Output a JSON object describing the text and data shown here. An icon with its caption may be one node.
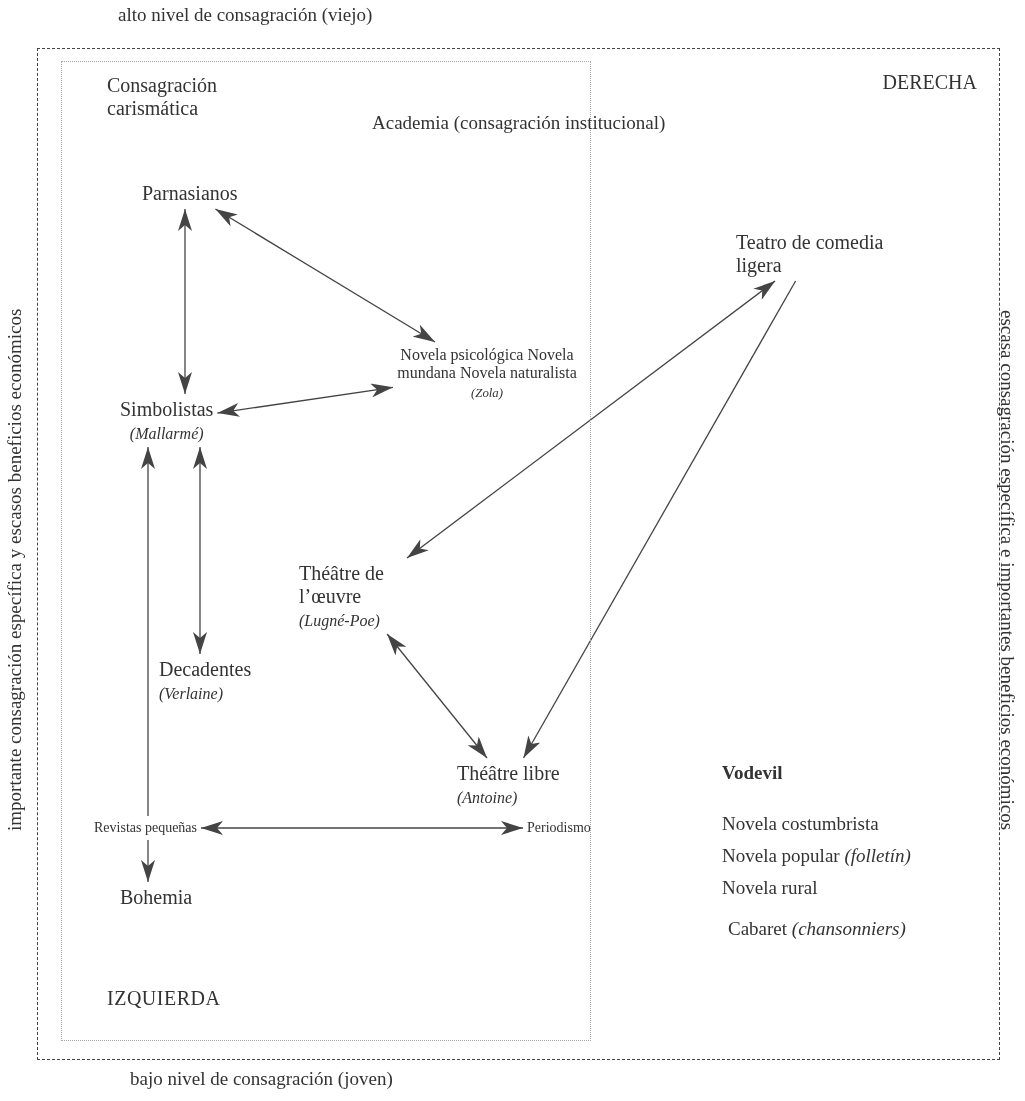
{
  "diagram": {
    "nodes": [
      {
        "text": [
          "DERECHA"
        ]
      },
      {
        "text": [
          "Consagración carismática",
          "IZQUIERDA"
        ],
        "in": 0
      },
      {
        "text": [
          "Parnasianos"
        ],
        "in": 1
      },
      {
        "text": [
          "Simbolistas",
          "(Mallarmé)"
        ],
        "in": 1
      },
      {
        "text": [
          "Novela psicológica Novela mundana Novela naturalista",
          "(Zola)"
        ],
        "in": 1
      },
      {
        "text": [
          "Teatro de comedia ligera"
        ],
        "in": 0
      },
      {
        "text": [
          "Théâtre de l’œuvre",
          "(Lugné-Poe)"
        ],
        "in": 1
      },
      {
        "text": [
          "Decadentes",
          "(Verlaine)"
        ],
        "in": 1
      },
      {
        "text": [
          "Théâtre libre",
          "(Antoine)"
        ],
        "in": 1
      },
      {
        "text": [
          "Revistas pequeñas"
        ],
        "in": 1
      },
      {
        "text": [
          "Periodismo"
        ],
        "in": 1
      },
      {
        "text": [
          "Bohemia"
        ],
        "in": 1
      }
    ],
    "edges": [
      {
        "from": 2,
        "to": 3,
        "arrow": "both"
      },
      {
        "from": 2,
        "to": 4,
        "arrow": "both"
      },
      {
        "from": 3,
        "to": 4,
        "arrow": "both"
      },
      {
        "from": 3,
        "to": 7,
        "arrow": "both"
      },
      {
        "from": 9,
        "to": 3,
        "arrow": "to"
      },
      {
        "from": 9,
        "to": 11,
        "arrow": "to"
      },
      {
        "from": 5,
        "to": 6,
        "arrow": "both"
      },
      {
        "from": 5,
        "to": 8,
        "arrow": "to"
      },
      {
        "from": 6,
        "to": 8,
        "arrow": "both"
      },
      {
        "from": 9,
        "to": 10,
        "arrow": "both"
      }
    ],
    "labels": [
      "alto nivel de consagración (viejo)",
      "importante consagración específica y escasos beneficios económicos",
      "escasa consagración específica e importantes beneficios económicos",
      "Academia (consagración institucional)",
      "Vodevil",
      "Novela costumbrista",
      "Novela popular *(folletín)*",
      "Novela rural",
      "Cabaret *(chansonniers)*",
      "bajo nivel de consagración (joven)"
    ]
  }
}
